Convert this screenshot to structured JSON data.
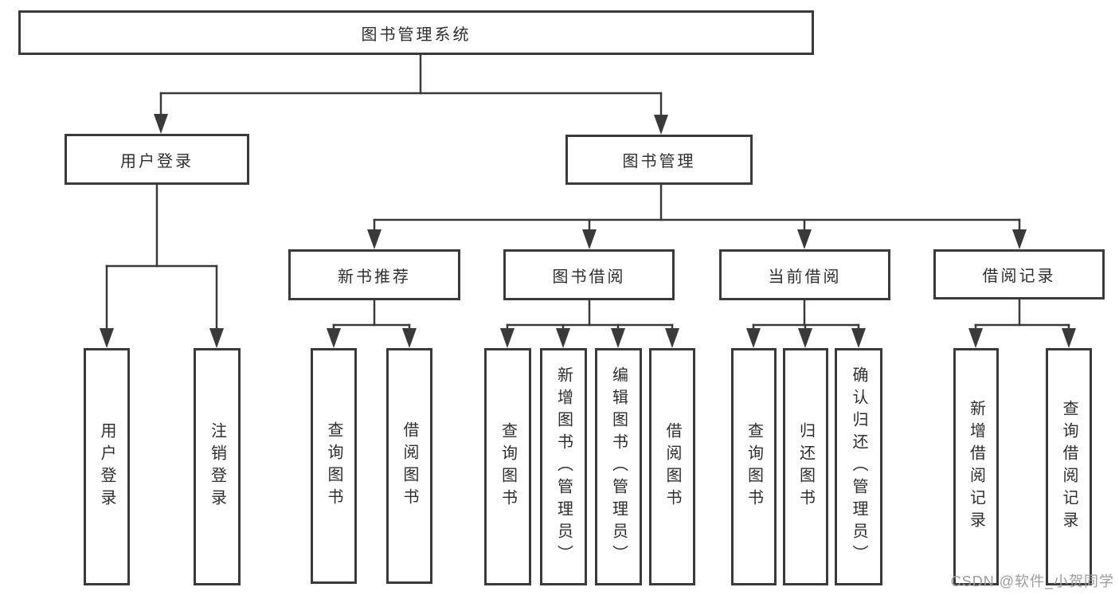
{
  "tree": {
    "label": "图书管理系统",
    "children": [
      {
        "label": "用户登录",
        "children": [
          {
            "label": "用户登录"
          },
          {
            "label": "注销登录"
          }
        ]
      },
      {
        "label": "图书管理",
        "children": [
          {
            "label": "新书推荐",
            "children": [
              {
                "label": "查询图书"
              },
              {
                "label": "借阅图书"
              }
            ]
          },
          {
            "label": "图书借阅",
            "children": [
              {
                "label": "查询图书"
              },
              {
                "label": "新增图书（管理员）"
              },
              {
                "label": "编辑图书（管理员）"
              },
              {
                "label": "借阅图书"
              }
            ]
          },
          {
            "label": "当前借阅",
            "children": [
              {
                "label": "查询图书"
              },
              {
                "label": "归还图书"
              },
              {
                "label": "确认归还（管理员）"
              }
            ]
          },
          {
            "label": "借阅记录",
            "children": [
              {
                "label": "新增借阅记录"
              },
              {
                "label": "查询借阅记录"
              }
            ]
          }
        ]
      }
    ]
  },
  "watermark": {
    "text": "CSDN @软件_小贺同学"
  },
  "colors": {
    "line": "#3a3a3a",
    "box_border": "#3a3a3a",
    "box_fill": "#ffffff",
    "text": "#2e2e2e",
    "watermark": "#9c9c9c",
    "background": "#ffffff"
  }
}
